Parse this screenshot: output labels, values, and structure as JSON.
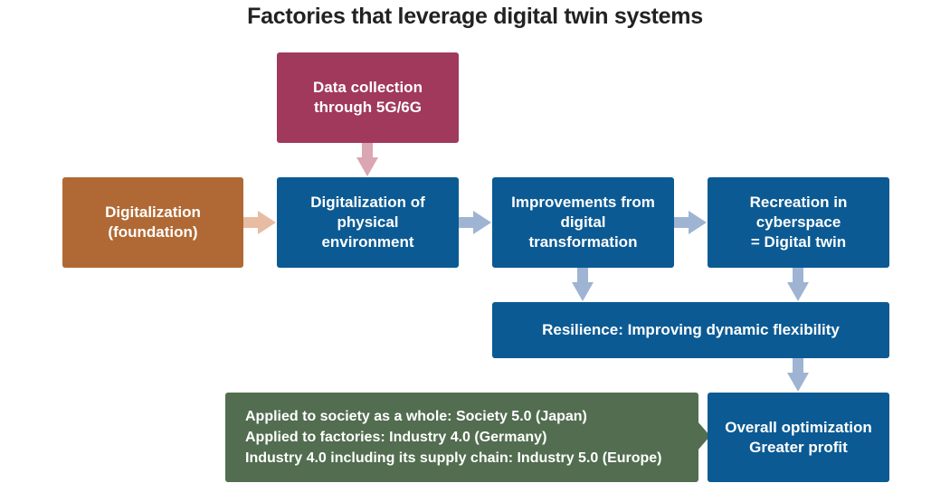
{
  "title": "Factories that leverage digital twin systems",
  "colors": {
    "blue": "#0b5a93",
    "maroon": "#a0395c",
    "orange": "#b06934",
    "green": "#526d50",
    "arrow_blue": "#9fb4d3",
    "arrow_pink": "#d9a6b1",
    "arrow_orange": "#e8bca3"
  },
  "nodes": {
    "data_collection": {
      "lines": [
        "Data collection",
        "through 5G/6G"
      ]
    },
    "digitalization_foundation": {
      "lines": [
        "Digitalization",
        "(foundation)"
      ]
    },
    "digitalization_physical": {
      "lines": [
        "Digitalization of",
        "physical",
        "environment"
      ]
    },
    "improvements": {
      "lines": [
        "Improvements from",
        "digital",
        "transformation"
      ]
    },
    "recreation": {
      "lines": [
        "Recreation in",
        "cyberspace",
        "= Digital twin"
      ]
    },
    "resilience": {
      "lines": [
        "Resilience: Improving dynamic flexibility"
      ]
    },
    "overall": {
      "lines": [
        "Overall optimization",
        "Greater profit"
      ]
    },
    "applications": {
      "lines": [
        "Applied to society as a whole: Society 5.0 (Japan)",
        "Applied to factories: Industry 4.0 (Germany)",
        "Industry 4.0 including its supply chain: Industry 5.0 (Europe)"
      ]
    }
  },
  "edges": [
    {
      "from": "data_collection",
      "to": "digitalization_physical"
    },
    {
      "from": "digitalization_foundation",
      "to": "digitalization_physical"
    },
    {
      "from": "digitalization_physical",
      "to": "improvements"
    },
    {
      "from": "improvements",
      "to": "recreation"
    },
    {
      "from": "improvements",
      "to": "resilience"
    },
    {
      "from": "recreation",
      "to": "resilience"
    },
    {
      "from": "resilience",
      "to": "overall"
    },
    {
      "from": "applications",
      "to": "overall"
    }
  ]
}
